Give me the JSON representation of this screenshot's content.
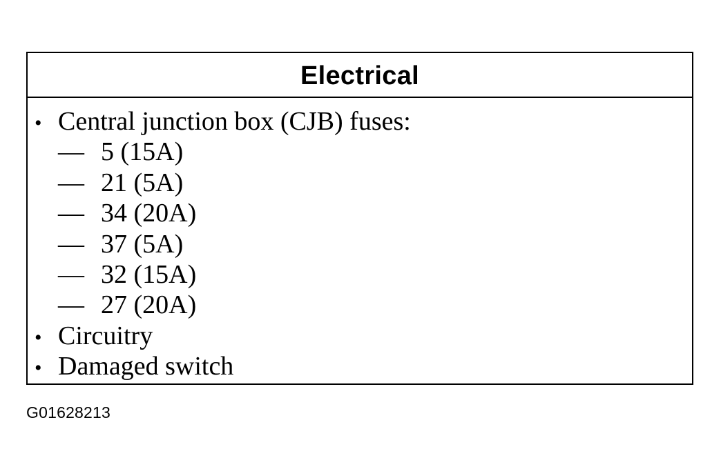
{
  "table": {
    "title": "Electrical",
    "items": [
      {
        "bullet": "•",
        "text": "Central junction box (CJB) fuses:",
        "subitems": [
          {
            "dash": "—",
            "text": "5 (15A)"
          },
          {
            "dash": "—",
            "text": "21 (5A)"
          },
          {
            "dash": "—",
            "text": "34 (20A)"
          },
          {
            "dash": "—",
            "text": "37 (5A)"
          },
          {
            "dash": "—",
            "text": "32 (15A)"
          },
          {
            "dash": "—",
            "text": "27 (20A)"
          }
        ]
      },
      {
        "bullet": "•",
        "text": "Circuitry"
      },
      {
        "bullet": "•",
        "text": "Damaged switch"
      }
    ]
  },
  "figure_id": "G01628213"
}
